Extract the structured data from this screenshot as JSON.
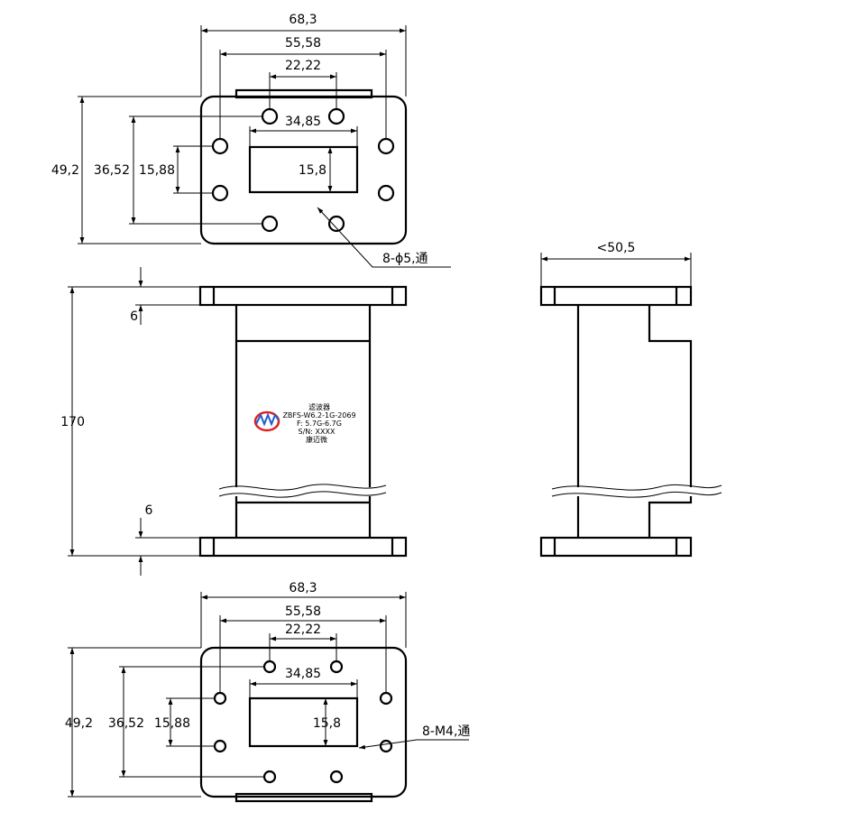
{
  "top_view": {
    "overall_width": "68,3",
    "hole_span_outer": "55,58",
    "hole_span_inner": "22,22",
    "aperture_width": "34,85",
    "overall_height": "49,2",
    "hole_span_vertical": "36,52",
    "hole_span_vertical_inner": "15,88",
    "aperture_height": "15,8",
    "hole_callout": "8-ϕ5,通"
  },
  "front_view": {
    "length": "170",
    "flange_thickness_top": "6",
    "flange_thickness_bottom": "6"
  },
  "label_plate": {
    "name": "滤波器",
    "model": "ZBFS-W6.2-1G-2069",
    "frequency": "F: 5.7G-6.7G",
    "serial": "S/N: XXXX",
    "maker": "康迈微",
    "logo_colors": {
      "ring": "#e02020",
      "wave": "#1f5fd0"
    }
  },
  "side_view": {
    "depth": "<50,5"
  },
  "bottom_view": {
    "overall_width": "68,3",
    "hole_span_outer": "55,58",
    "hole_span_inner": "22,22",
    "aperture_width": "34,85",
    "overall_height": "49,2",
    "hole_span_vertical": "36,52",
    "hole_span_vertical_inner": "15,88",
    "aperture_height": "15,8",
    "hole_callout": "8-M4,通"
  }
}
